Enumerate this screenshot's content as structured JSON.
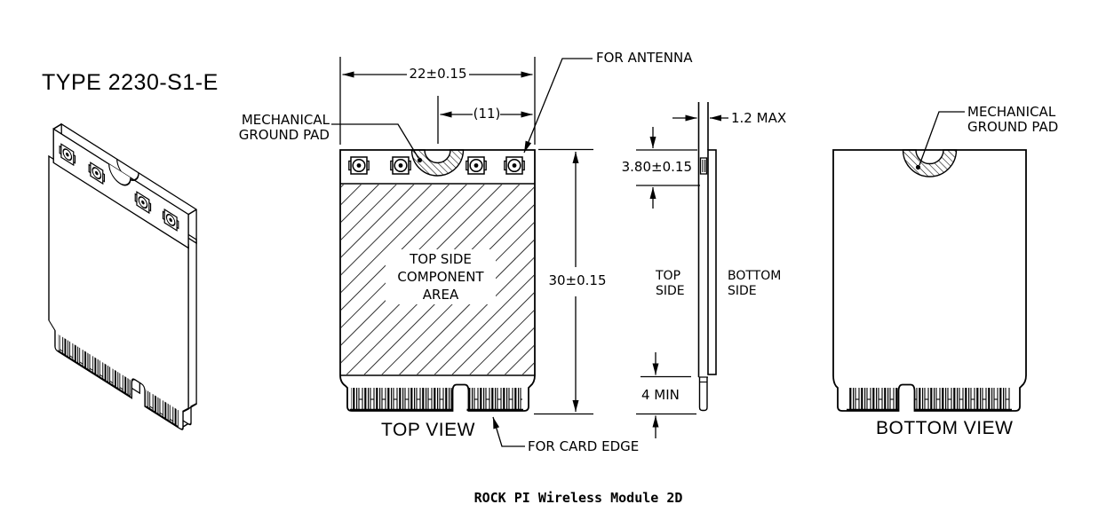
{
  "header": {
    "type_label": "TYPE 2230-S1-E"
  },
  "caption": "ROCK PI Wireless Module 2D",
  "top_view": {
    "label": "TOP VIEW",
    "component_area": "TOP SIDE COMPONENT AREA",
    "dim_width": "22±0.15",
    "dim_antenna_ref": "(11)",
    "dim_height": "30±0.15",
    "ann_ground_pad": "MECHANICAL GROUND PAD",
    "ann_antenna": "FOR ANTENNA",
    "ann_card_edge": "FOR CARD EDGE"
  },
  "side_view": {
    "label_top": "TOP SIDE",
    "label_bottom": "BOTTOM SIDE",
    "dim_thickness": "1.2 MAX",
    "dim_connector": "3.80±0.15",
    "dim_card_edge": "4 MIN"
  },
  "bottom_view": {
    "label": "BOTTOM VIEW",
    "ann_ground_pad": "MECHANICAL GROUND PAD"
  }
}
